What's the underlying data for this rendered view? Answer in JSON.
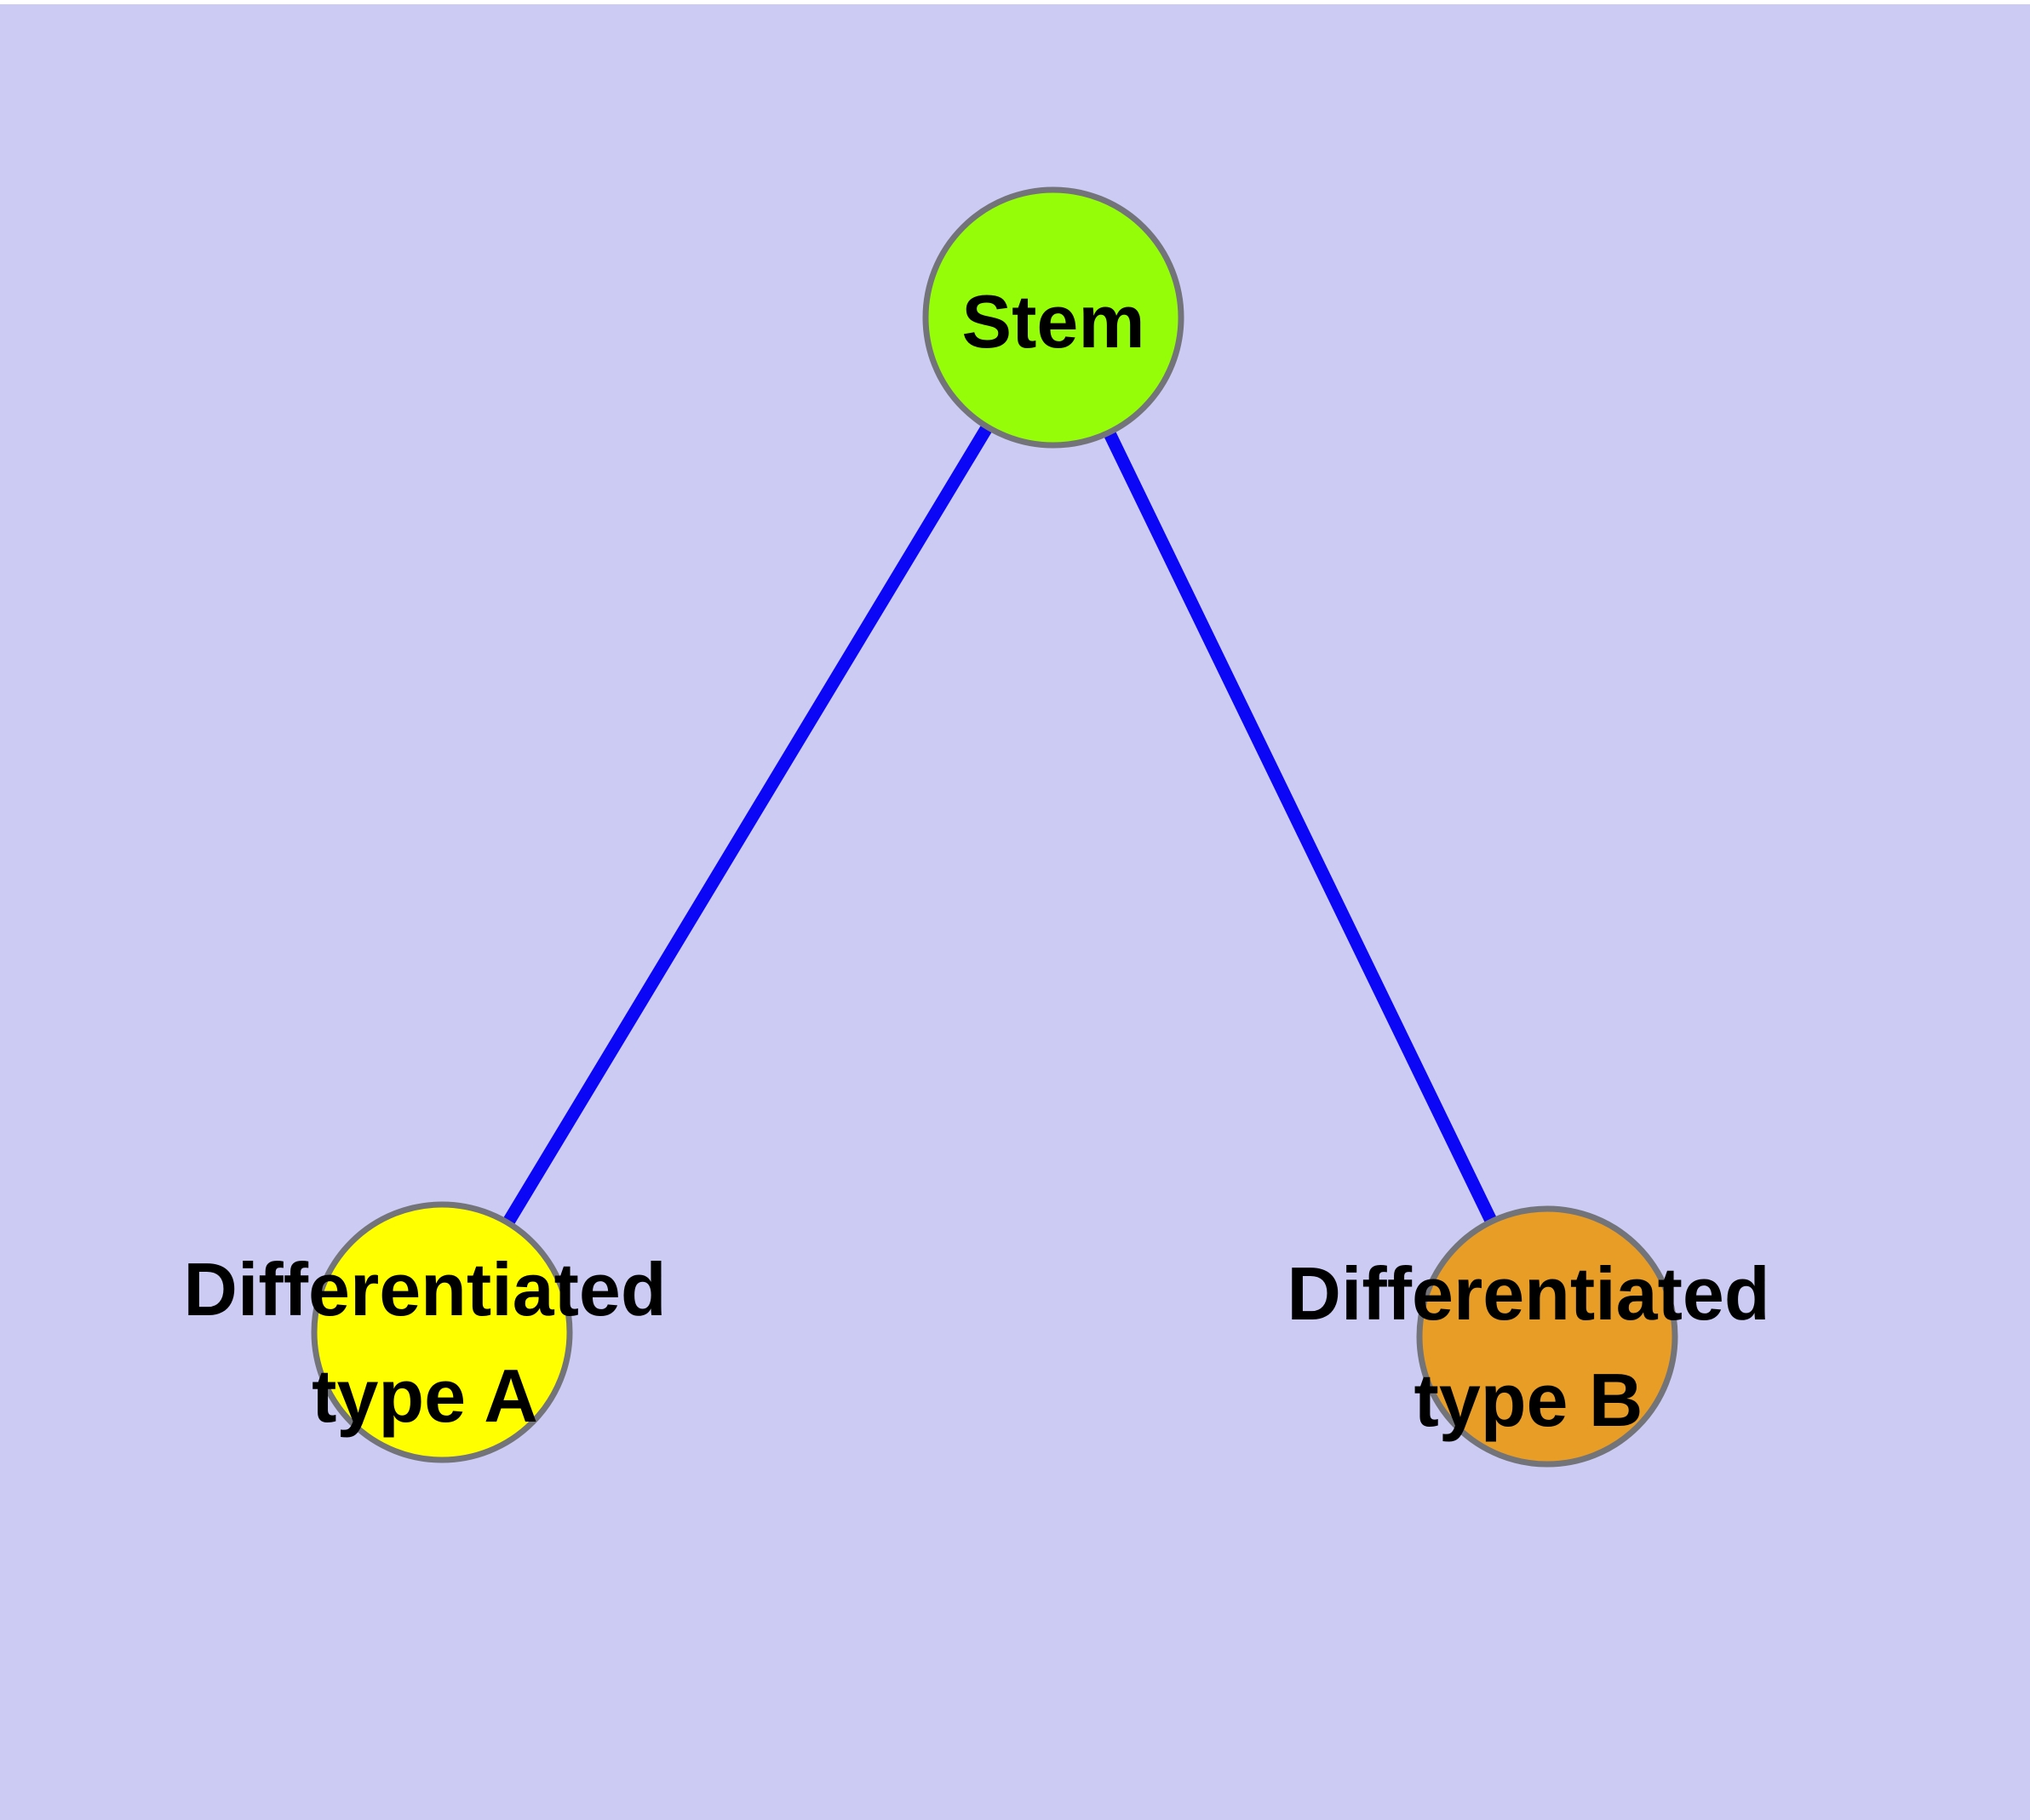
{
  "diagram": {
    "background_color": "#CBCBF3",
    "top_margin_color": "#FFFFFF",
    "edge_color": "#0B06F6",
    "node_border_color": "#73737A",
    "label_color": "#000000",
    "nodes": {
      "stem": {
        "label": "Stem",
        "fill": "#96FD08"
      },
      "type_a": {
        "label_line1": "Differentiated",
        "label_line2": "type A",
        "fill": "#FFFF00"
      },
      "type_b": {
        "label_line1": "Differentiated",
        "label_line2": "type B",
        "fill": "#E79D26"
      }
    },
    "edges": [
      {
        "from": "Stem",
        "to": "Differentiated type A"
      },
      {
        "from": "Stem",
        "to": "Differentiated type B"
      }
    ]
  }
}
